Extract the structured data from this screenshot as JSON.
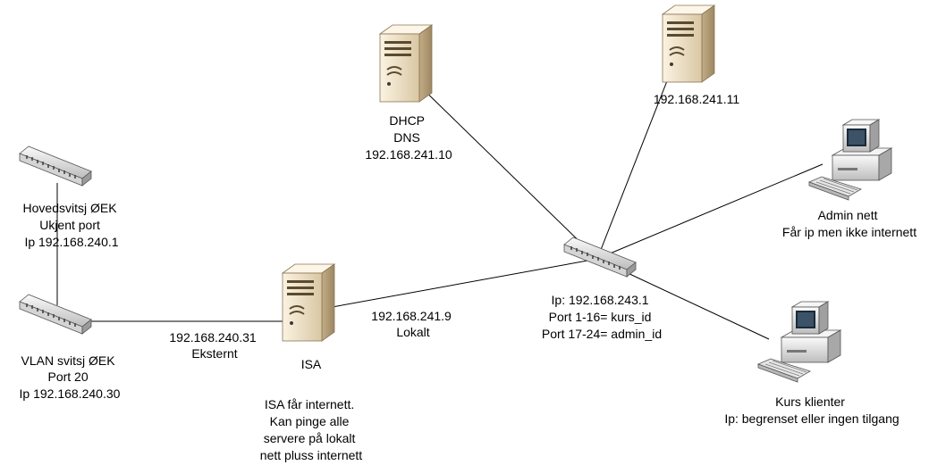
{
  "nodes": {
    "main_switch": {
      "icon": "switch-icon",
      "lines": [
        "Hovedsvitsj ØEK",
        "Ukjent port",
        "Ip 192.168.240.1"
      ]
    },
    "vlan_switch": {
      "icon": "switch-icon",
      "lines": [
        "VLAN svitsj ØEK",
        "Port 20",
        "Ip 192.168.240.30"
      ]
    },
    "isa_server": {
      "icon": "server-icon",
      "name": "ISA",
      "external_ip": "192.168.240.31",
      "external_label": "Eksternt",
      "local_ip": "192.168.241.9",
      "local_label": "Lokalt",
      "note": [
        "ISA får internett.",
        "Kan pinge alle",
        "servere på lokalt",
        "nett pluss internett"
      ]
    },
    "dhcp_server": {
      "icon": "server-icon",
      "lines": [
        "DHCP",
        "DNS",
        "192.168.241.10"
      ]
    },
    "server_11": {
      "icon": "server-icon",
      "lines": [
        "192.168.241.11"
      ]
    },
    "core_switch": {
      "icon": "switch-icon",
      "lines": [
        "Ip: 192.168.243.1",
        "Port 1-16= kurs_id",
        "Port 17-24= admin_id"
      ]
    },
    "admin_client": {
      "icon": "computer-icon",
      "lines": [
        "Admin nett",
        "Får ip men ikke internett"
      ]
    },
    "course_client": {
      "icon": "computer-icon",
      "lines": [
        "Kurs klienter",
        "Ip: begrenset eller ingen tilgang"
      ]
    }
  },
  "colors": {
    "beige_light": "#f3e6cc",
    "beige_mid": "#d9c7a3",
    "beige_dark": "#a8926c",
    "gray_light": "#f0f0f0",
    "gray_mid": "#c8c8c8",
    "gray_dark": "#7a7a7a",
    "line": "#000000"
  }
}
